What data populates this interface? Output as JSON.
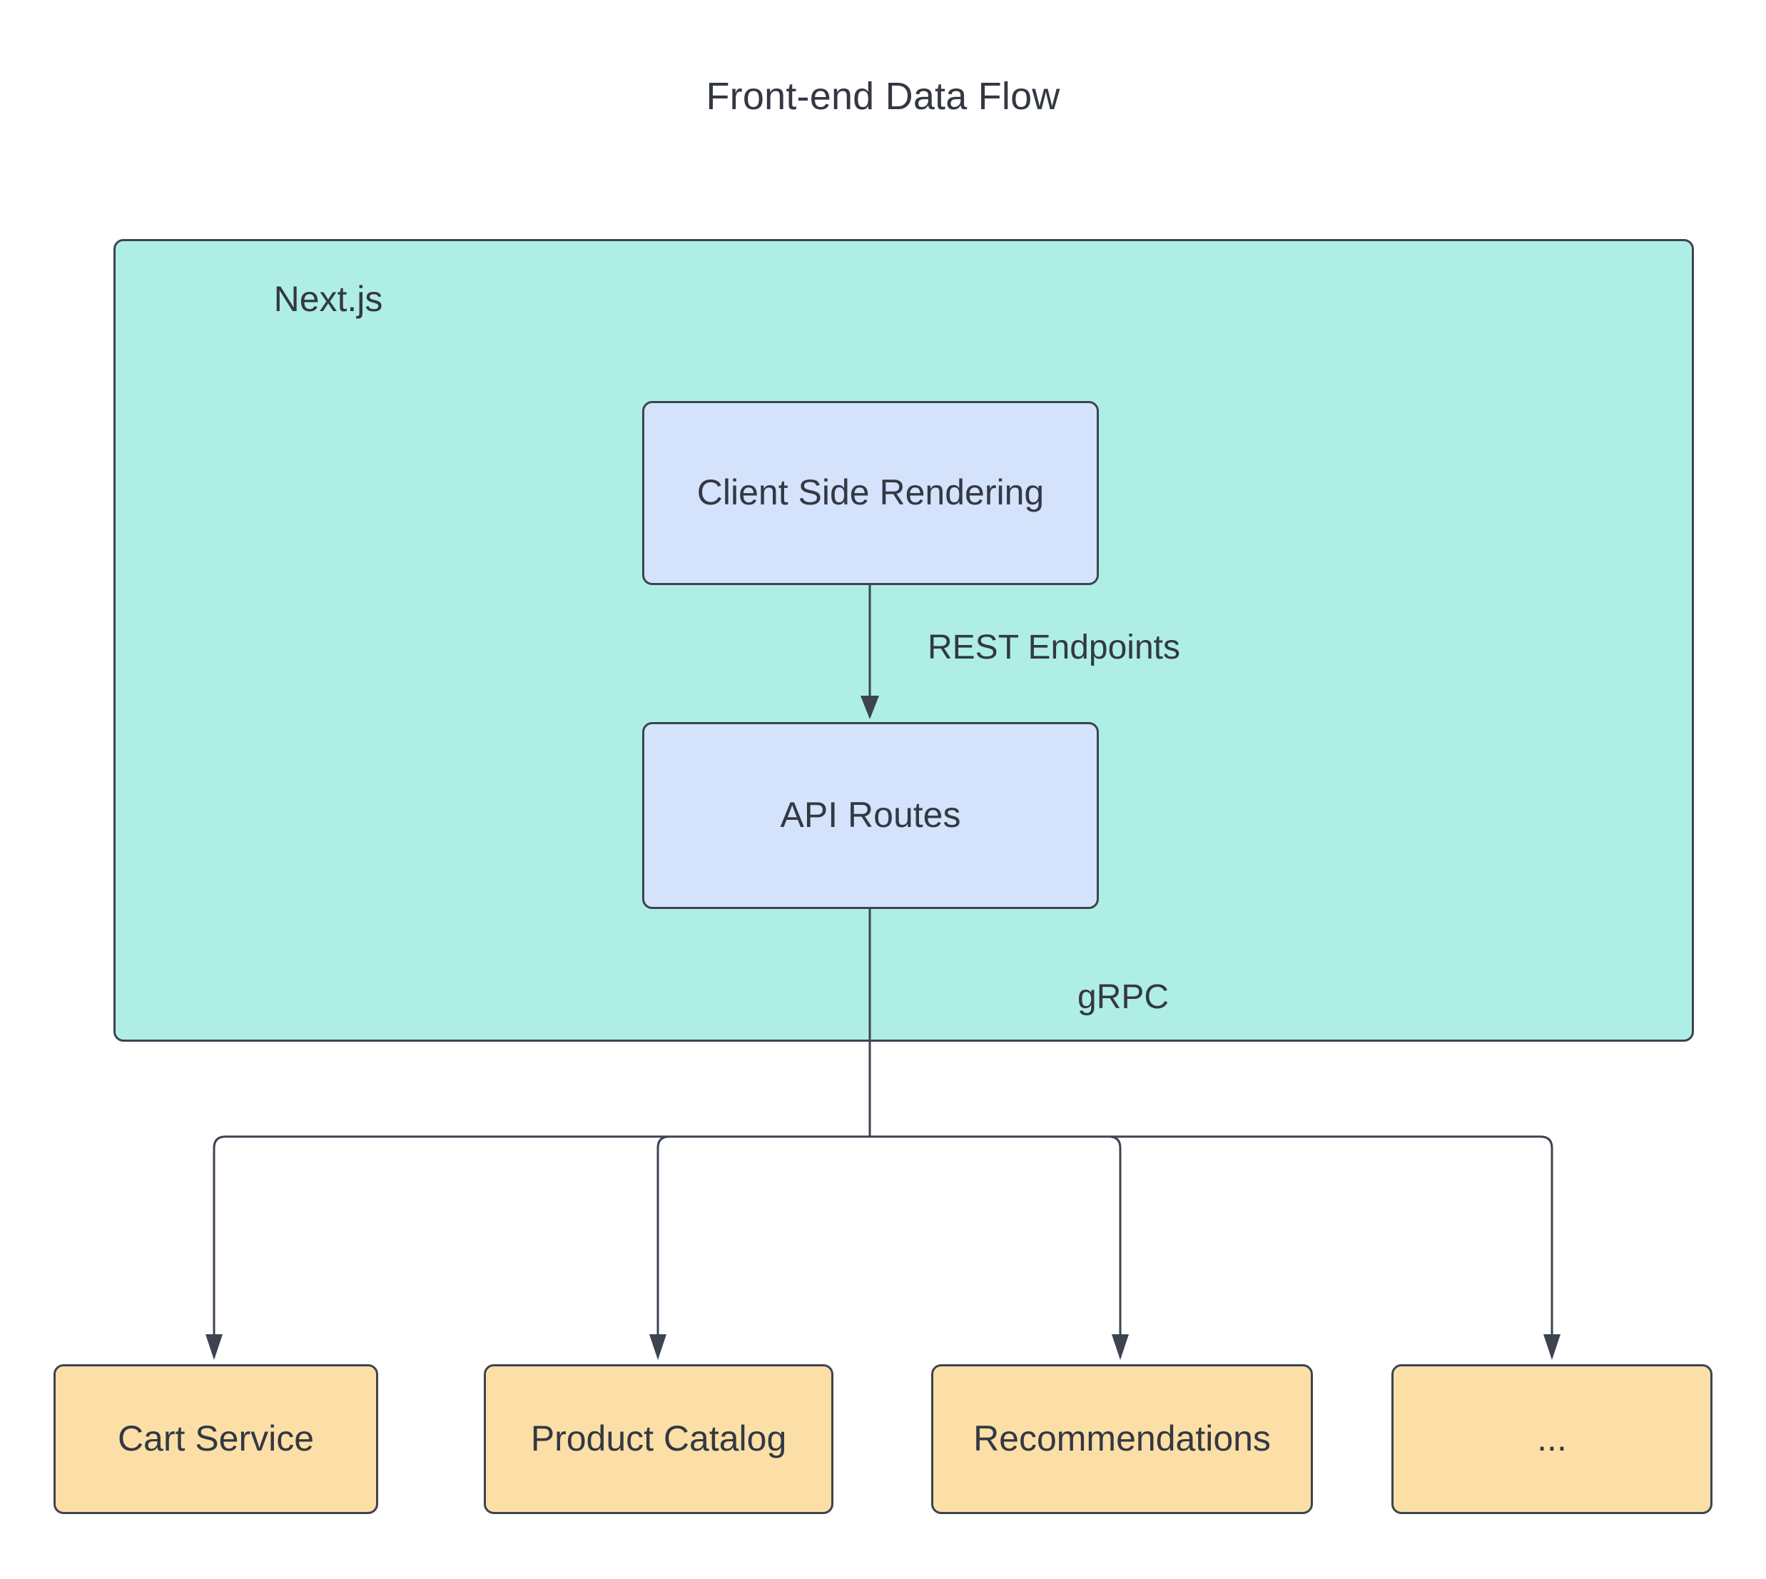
{
  "title": "Front-end Data Flow",
  "container": {
    "label": "Next.js",
    "fill": "#AFEEE4",
    "stroke": "#3D4350"
  },
  "nodes": {
    "csr": {
      "label": "Client Side Rendering",
      "fill": "#D4E3FB"
    },
    "api": {
      "label": "API Routes",
      "fill": "#D4E3FB"
    },
    "cart": {
      "label": "Cart Service",
      "fill": "#FBDFA6"
    },
    "product": {
      "label": "Product Catalog",
      "fill": "#FBDFA6"
    },
    "recommendations": {
      "label": "Recommendations",
      "fill": "#FBDFA6"
    },
    "more": {
      "label": "...",
      "fill": "#FBDFA6"
    }
  },
  "edges": {
    "rest_label": "REST Endpoints",
    "grpc_label": "gRPC"
  },
  "colors": {
    "text": "#333843",
    "line": "#3D4350",
    "background": "#FFFFFF"
  }
}
